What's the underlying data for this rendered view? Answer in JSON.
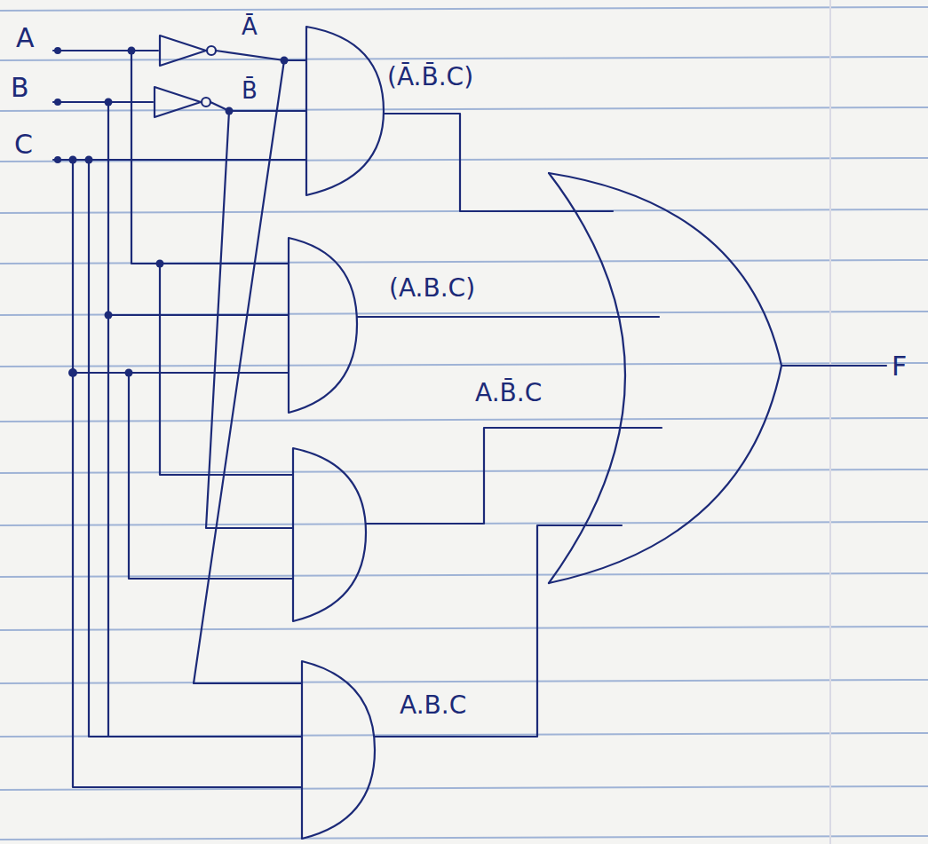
{
  "diagram": {
    "labels": [
      "A",
      "B",
      "C",
      "Ā",
      "B̄",
      "(Ā.B̄.C)",
      "(A.B.C)",
      "A.B̄.C",
      "A.B.C",
      "F"
    ]
  }
}
